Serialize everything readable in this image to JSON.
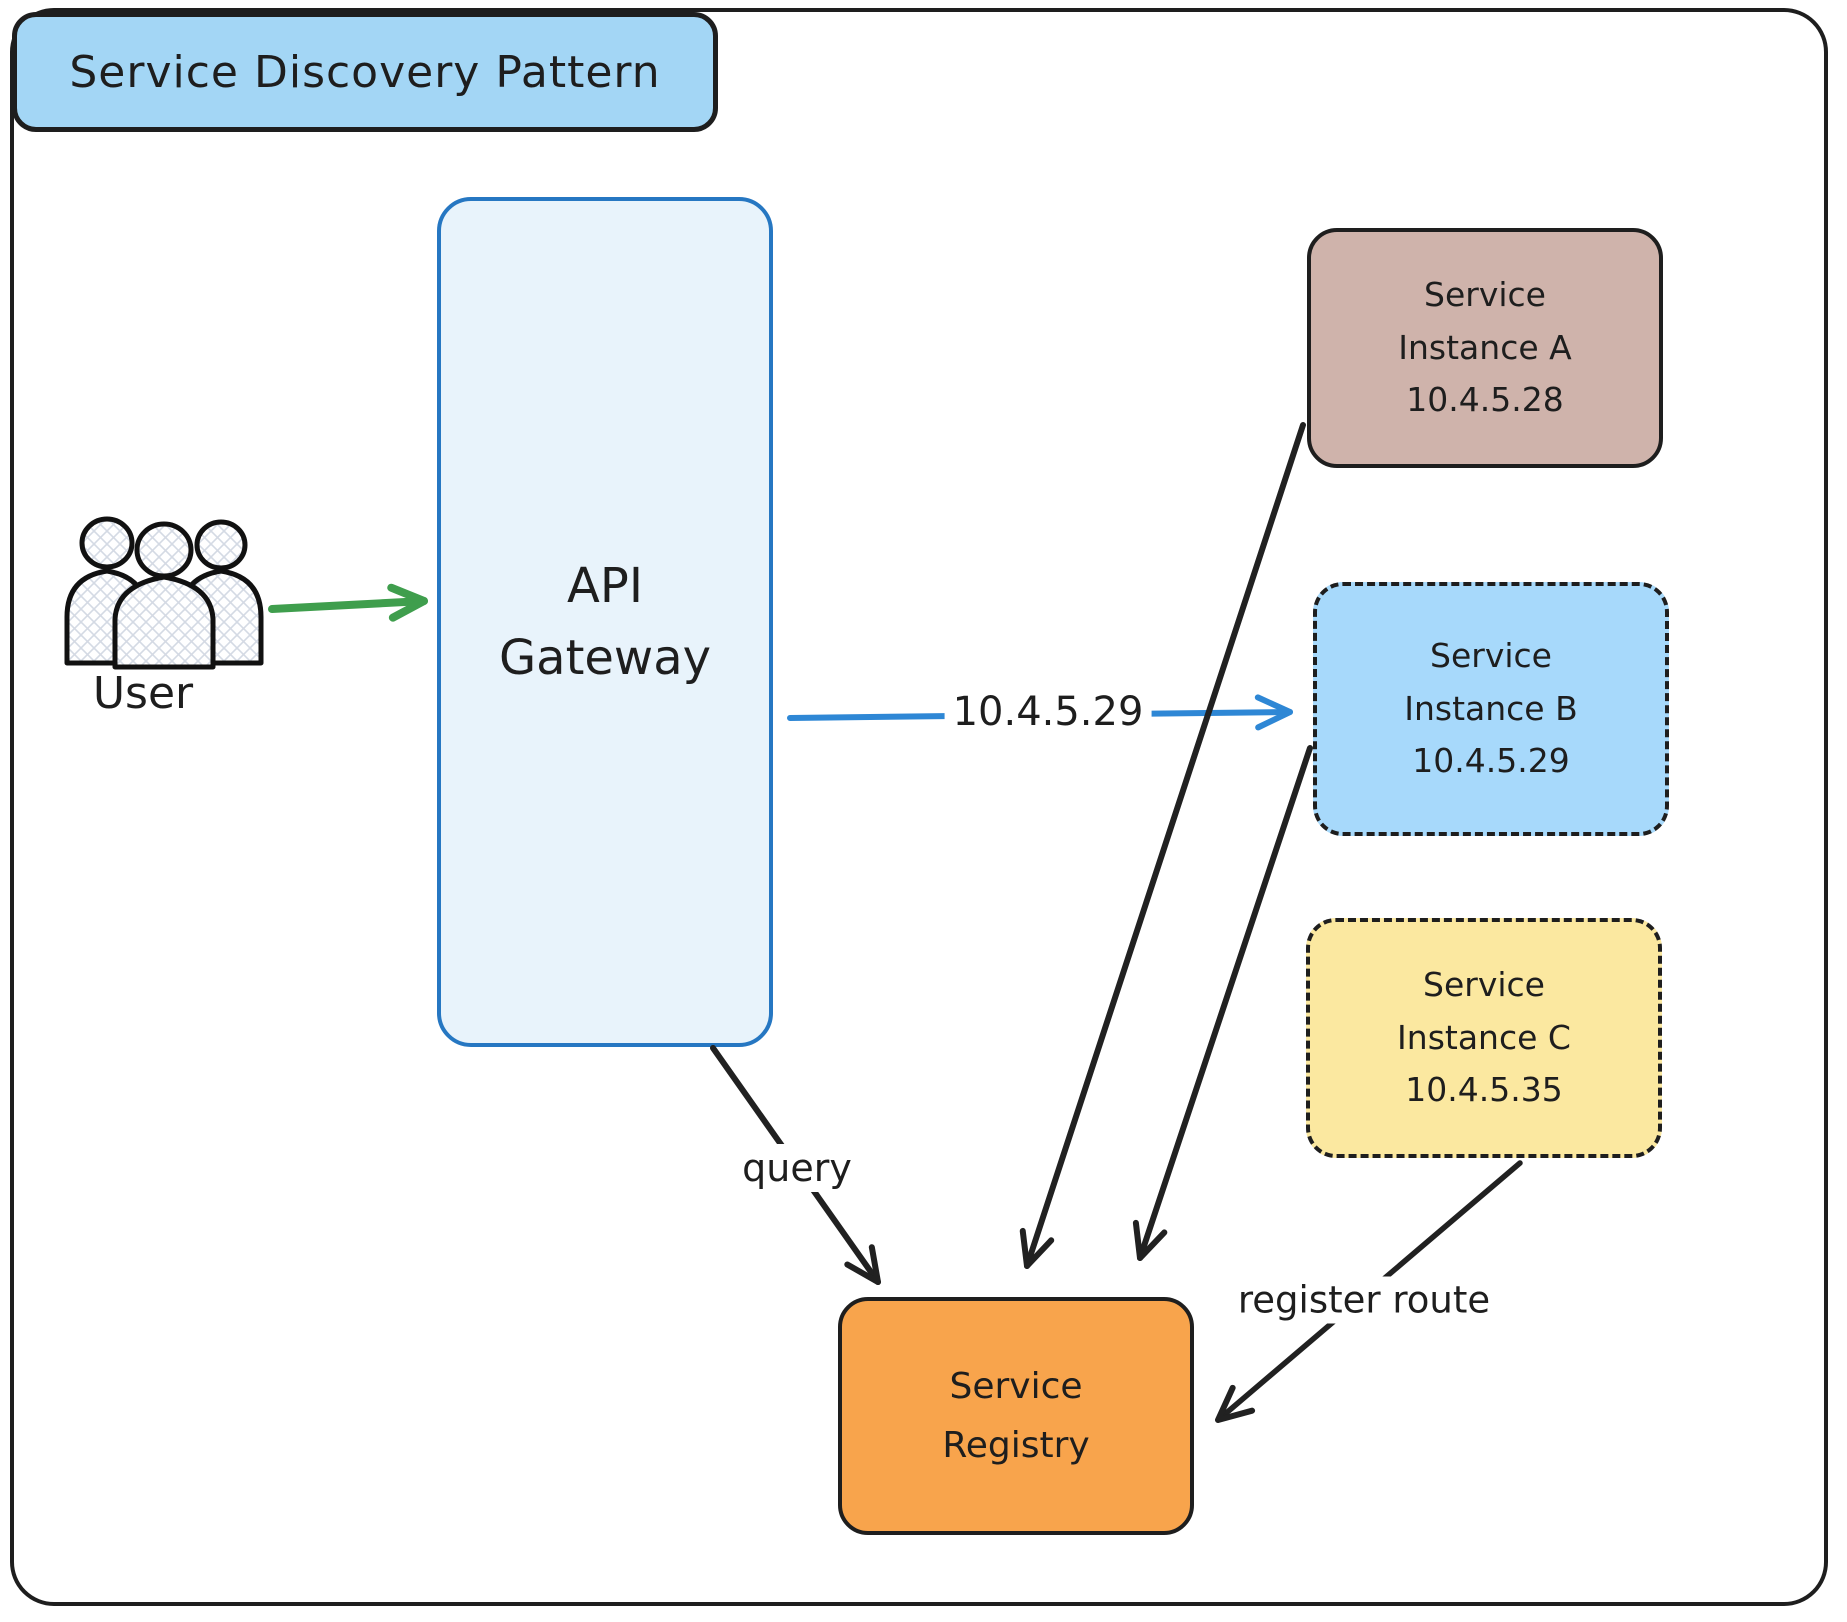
{
  "diagram": {
    "title": "Service Discovery Pattern",
    "nodes": {
      "user": {
        "label": "User"
      },
      "api_gateway": {
        "line1": "API",
        "line2": "Gateway"
      },
      "instance_a": {
        "line1": "Service",
        "line2": "Instance A",
        "line3": "10.4.5.28"
      },
      "instance_b": {
        "line1": "Service",
        "line2": "Instance B",
        "line3": "10.4.5.29"
      },
      "instance_c": {
        "line1": "Service",
        "line2": "Instance C",
        "line3": "10.4.5.35"
      },
      "registry": {
        "line1": "Service",
        "line2": "Registry"
      }
    },
    "edges": {
      "user_to_gateway": {
        "label": ""
      },
      "gateway_to_instance_b": {
        "label": "10.4.5.29"
      },
      "gateway_to_registry": {
        "label": "query"
      },
      "instance_a_to_registry": {
        "label": ""
      },
      "instance_b_to_registry": {
        "label": ""
      },
      "instance_c_to_registry": {
        "label": "register route"
      }
    },
    "colors": {
      "title_fill": "#a3d6f5",
      "gateway_fill": "#e8f3fb",
      "gateway_border": "#2677c2",
      "instance_a_fill": "#cfb3ab",
      "instance_b_fill": "#a7d9fb",
      "instance_c_fill": "#fbe8a0",
      "registry_fill": "#f8a44c",
      "user_arrow": "#3f9e4d",
      "route_arrow": "#2e87d5",
      "ink": "#1e1e1e"
    }
  }
}
